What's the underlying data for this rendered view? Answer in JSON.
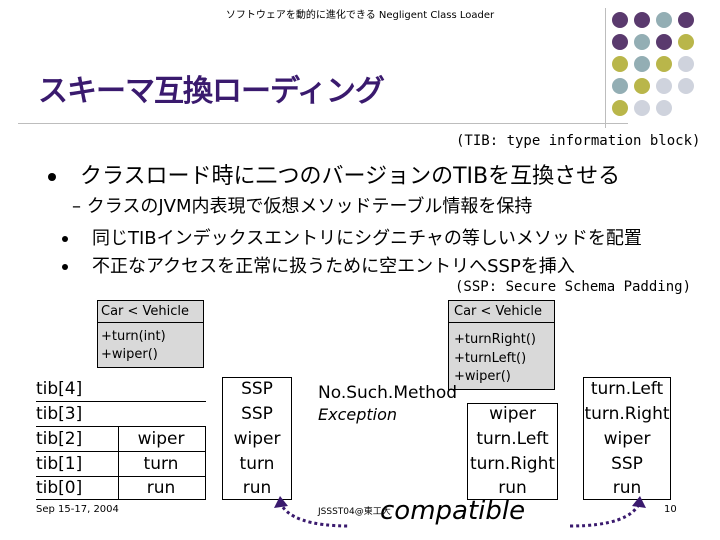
{
  "header": {
    "text": "ソフトウェアを動的に進化できる Negligent Class Loader"
  },
  "slide": {
    "title": "スキーマ互換ローディング",
    "tib_note": "(TIB: type information block)",
    "bullet1": "クラスロード時に二つのバージョンのTIBを互換させる",
    "bullet2": "– クラスのJVM内表現で仮想メソッドテーブル情報を保持",
    "bullet3": "同じTIBインデックスエントリにシグニチャの等しいメソッドを配置",
    "bullet4": "不正なアクセスを正常に扱うために空エントリへSSPを挿入",
    "ssp_note": "(SSP: Secure Schema Padding)"
  },
  "diagram": {
    "left_class": "Car < Vehicle",
    "left_methods": [
      "+turn(int)",
      "+wiper()"
    ],
    "right_class": "Car < Vehicle",
    "right_methods": [
      "+turnRight()",
      "+turnLeft()",
      "+wiper()"
    ],
    "tib_labels": [
      "tib[4]",
      "tib[3]",
      "tib[2]",
      "tib[1]",
      "tib[0]"
    ],
    "col1": [
      "wiper",
      "turn",
      "run"
    ],
    "col2": [
      "SSP",
      "SSP",
      "wiper",
      "turn",
      "run"
    ],
    "exception_l1": "No.Such.Method",
    "exception_l2": "Exception",
    "col3": [
      "wiper",
      "turn.Left",
      "turn.Right",
      "run"
    ],
    "col4": [
      "turn.Left",
      "turn.Right",
      "wiper",
      "SSP",
      "run"
    ],
    "compatible": "compatible"
  },
  "footer": {
    "date": "Sep 15-17, 2004",
    "venue": "JSSST04@東工大",
    "page": "10"
  },
  "colors": {
    "title": "#3a1a6e",
    "dot_purple": "#5a3a6e",
    "dot_olive": "#b9b64a",
    "dot_teal": "#93aeb4",
    "dot_light": "#cfd3dd",
    "arrow": "#3a1a6e"
  }
}
